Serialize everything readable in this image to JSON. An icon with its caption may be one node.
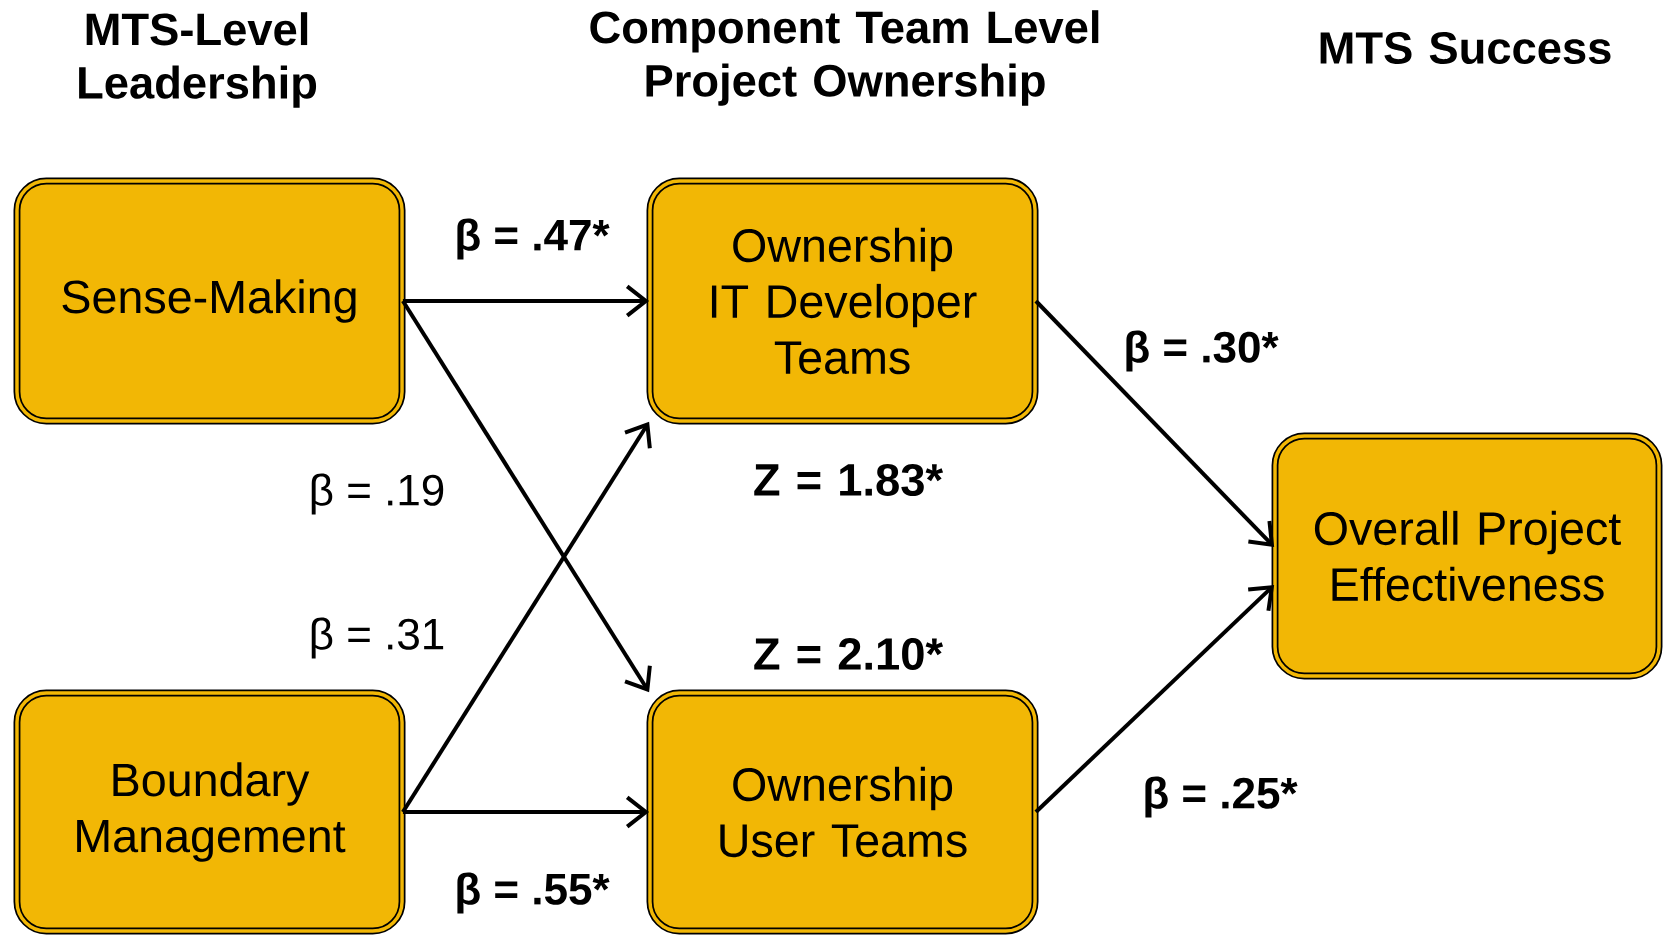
{
  "diagram": {
    "nodes": [
      {
        "text": [
          "Sense-Making"
        ]
      },
      {
        "text": [
          "Boundary Management"
        ]
      },
      {
        "text": [
          "Ownership IT Developer Teams"
        ]
      },
      {
        "text": [
          "Ownership User Teams"
        ]
      },
      {
        "text": [
          "Overall Project Effectiveness"
        ]
      }
    ],
    "edges": [
      {
        "from": 0,
        "to": 2,
        "arrow": "to",
        "label": "β = .47*"
      },
      {
        "from": 0,
        "to": 3,
        "arrow": "to",
        "label": "β = .19"
      },
      {
        "from": 1,
        "to": 2,
        "arrow": "to",
        "label": "β = .31"
      },
      {
        "from": 1,
        "to": 3,
        "arrow": "to",
        "label": "β = .55*"
      },
      {
        "from": 2,
        "to": 4,
        "arrow": "to",
        "label": "β = .30*"
      },
      {
        "from": 3,
        "to": 4,
        "arrow": "to",
        "label": "β = .25*"
      }
    ],
    "labels": [
      "MTS-Level Leadership",
      "Component Team Level Project Ownership",
      "MTS Success",
      "Z = 1.83*",
      "Z = 2.10*"
    ]
  }
}
